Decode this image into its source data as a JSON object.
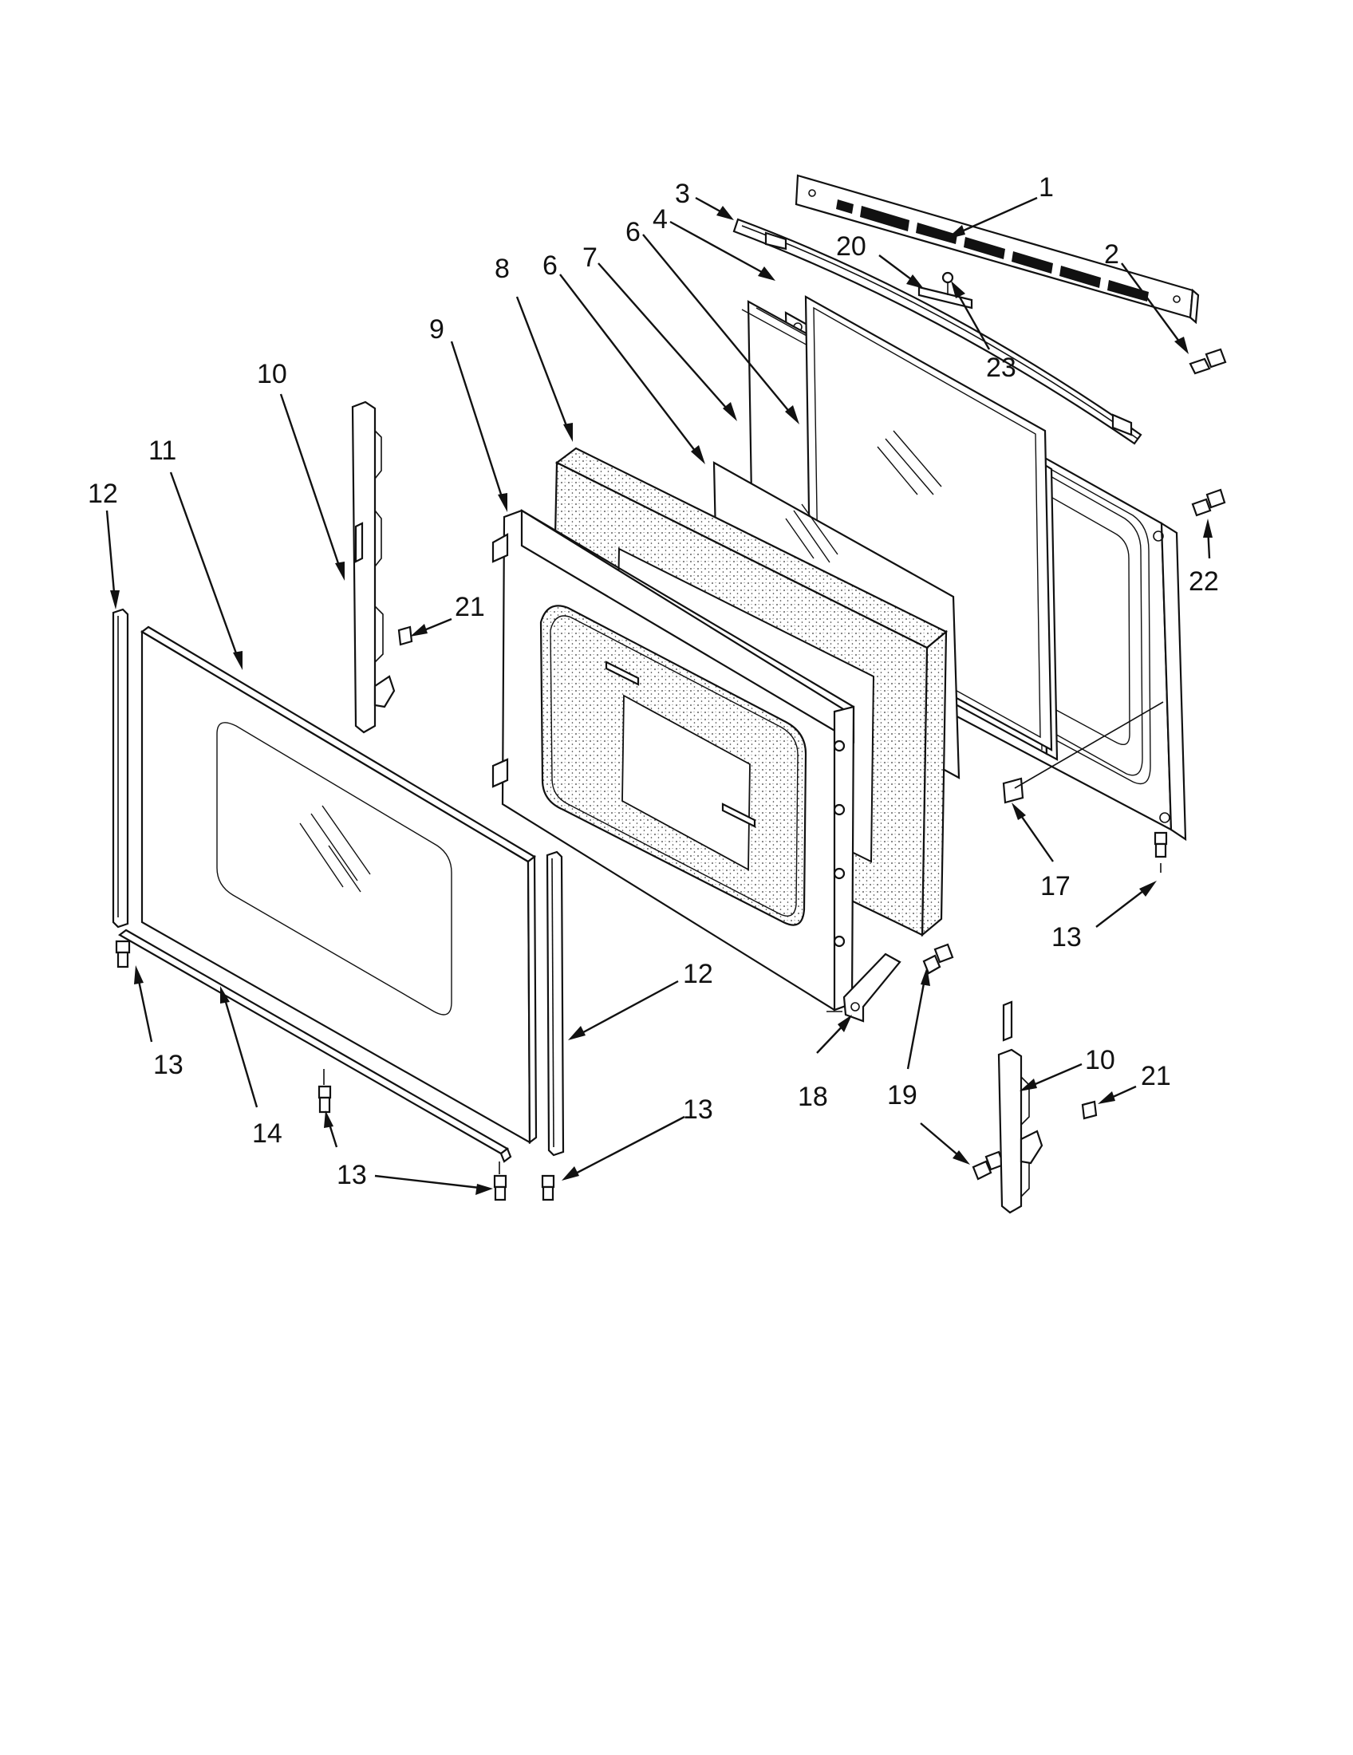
{
  "diagram": {
    "callouts": {
      "c1": "1",
      "c2": "2",
      "c3": "3",
      "c4": "4",
      "c6a": "6",
      "c6b": "6",
      "c7": "7",
      "c8": "8",
      "c9": "9",
      "c10a": "10",
      "c10b": "10",
      "c11": "11",
      "c12a": "12",
      "c12b": "12",
      "c13a": "13",
      "c13b": "13",
      "c13c": "13",
      "c13d": "13",
      "c14": "14",
      "c17": "17",
      "c18": "18",
      "c19": "19",
      "c20": "20",
      "c21a": "21",
      "c21b": "21",
      "c22": "22",
      "c23": "23"
    }
  }
}
